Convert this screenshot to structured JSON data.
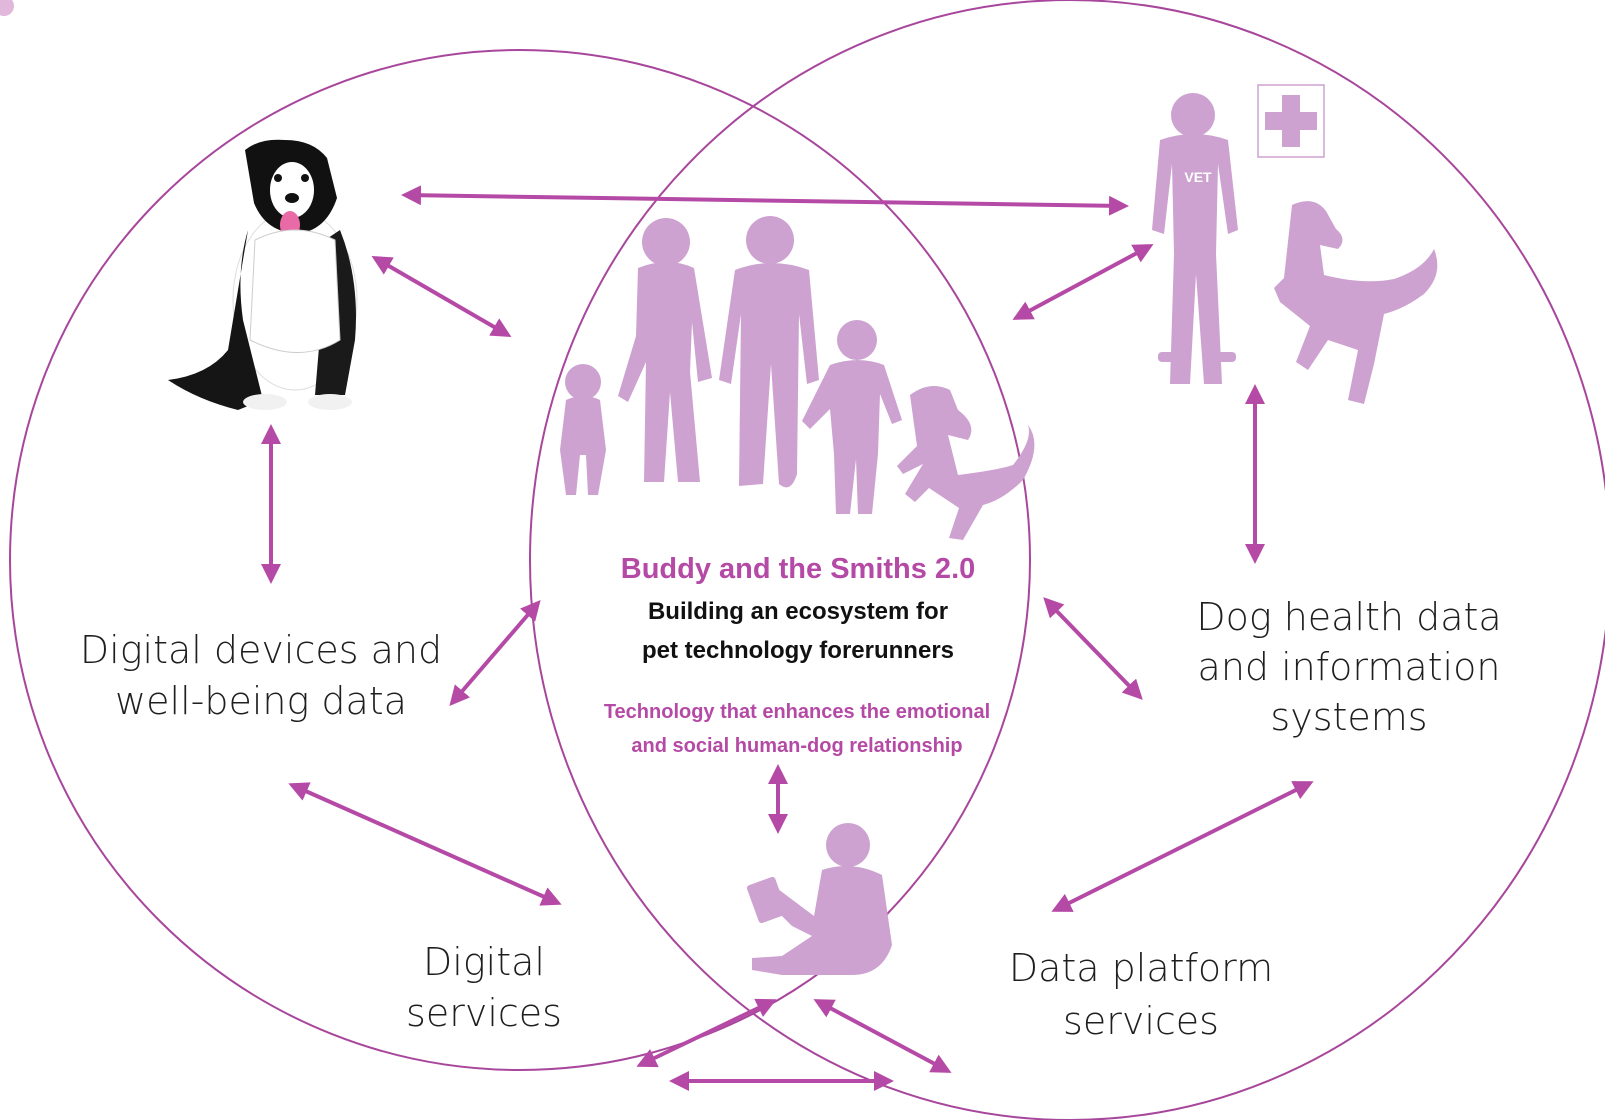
{
  "colors": {
    "accent": "#b54aa6",
    "circle": "#a8469c",
    "silhouette": "#cda2d0",
    "text": "#1f1f1f"
  },
  "center": {
    "title": "Buddy and the Smiths 2.0",
    "subtitle_line1": "Building an ecosystem for",
    "subtitle_line2": "pet technology forerunners",
    "tagline_line1": "Technology that enhances the emotional",
    "tagline_line2": "and social human-dog relationship"
  },
  "nodes": {
    "devices_line1": "Digital devices and",
    "devices_line2": "well-being data",
    "health_line1": "Dog health data",
    "health_line2": "and information",
    "health_line3": "systems",
    "services_line1": "Digital",
    "services_line2": "services",
    "platform_line1": "Data platform",
    "platform_line2": "services"
  },
  "vet_badge": "VET",
  "icons": [
    "dog-photo",
    "family-silhouette-icon",
    "vet-silhouette-icon",
    "medical-cross-icon",
    "child-reading-icon",
    "double-arrow-icon"
  ]
}
